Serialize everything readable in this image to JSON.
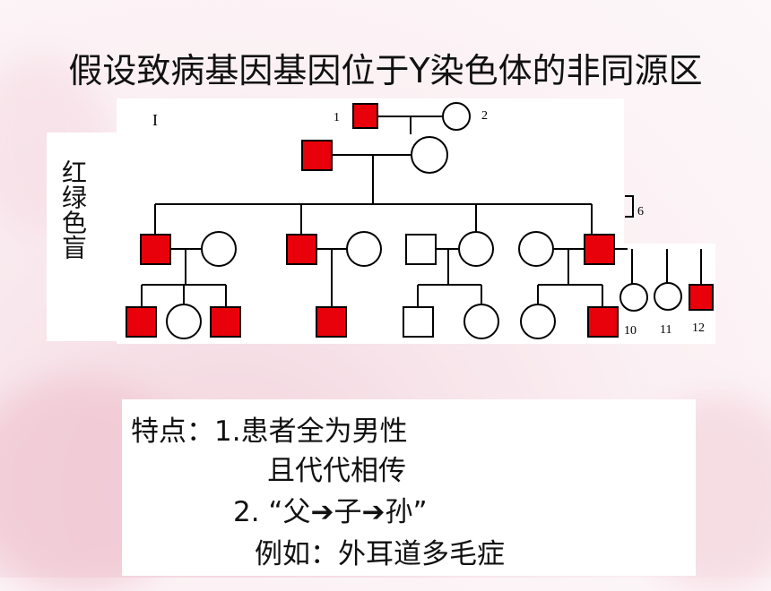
{
  "title": "假设致病基因基因位于Y染色体的非同源区",
  "side_label": "红绿色盲",
  "generation_label": "I",
  "individual_labels": {
    "n1": "1",
    "n2": "2",
    "n6": "6",
    "n10": "10",
    "n11": "11",
    "n12": "12"
  },
  "notes": {
    "line1": "特点：1.患者全为男性",
    "line2": "且代代相传",
    "line3": "2. “父➔子➔孙”",
    "line4": "例如：外耳道多毛症"
  },
  "colors": {
    "affected": "#e8000a",
    "unaffected": "#ffffff",
    "line": "#000000"
  }
}
